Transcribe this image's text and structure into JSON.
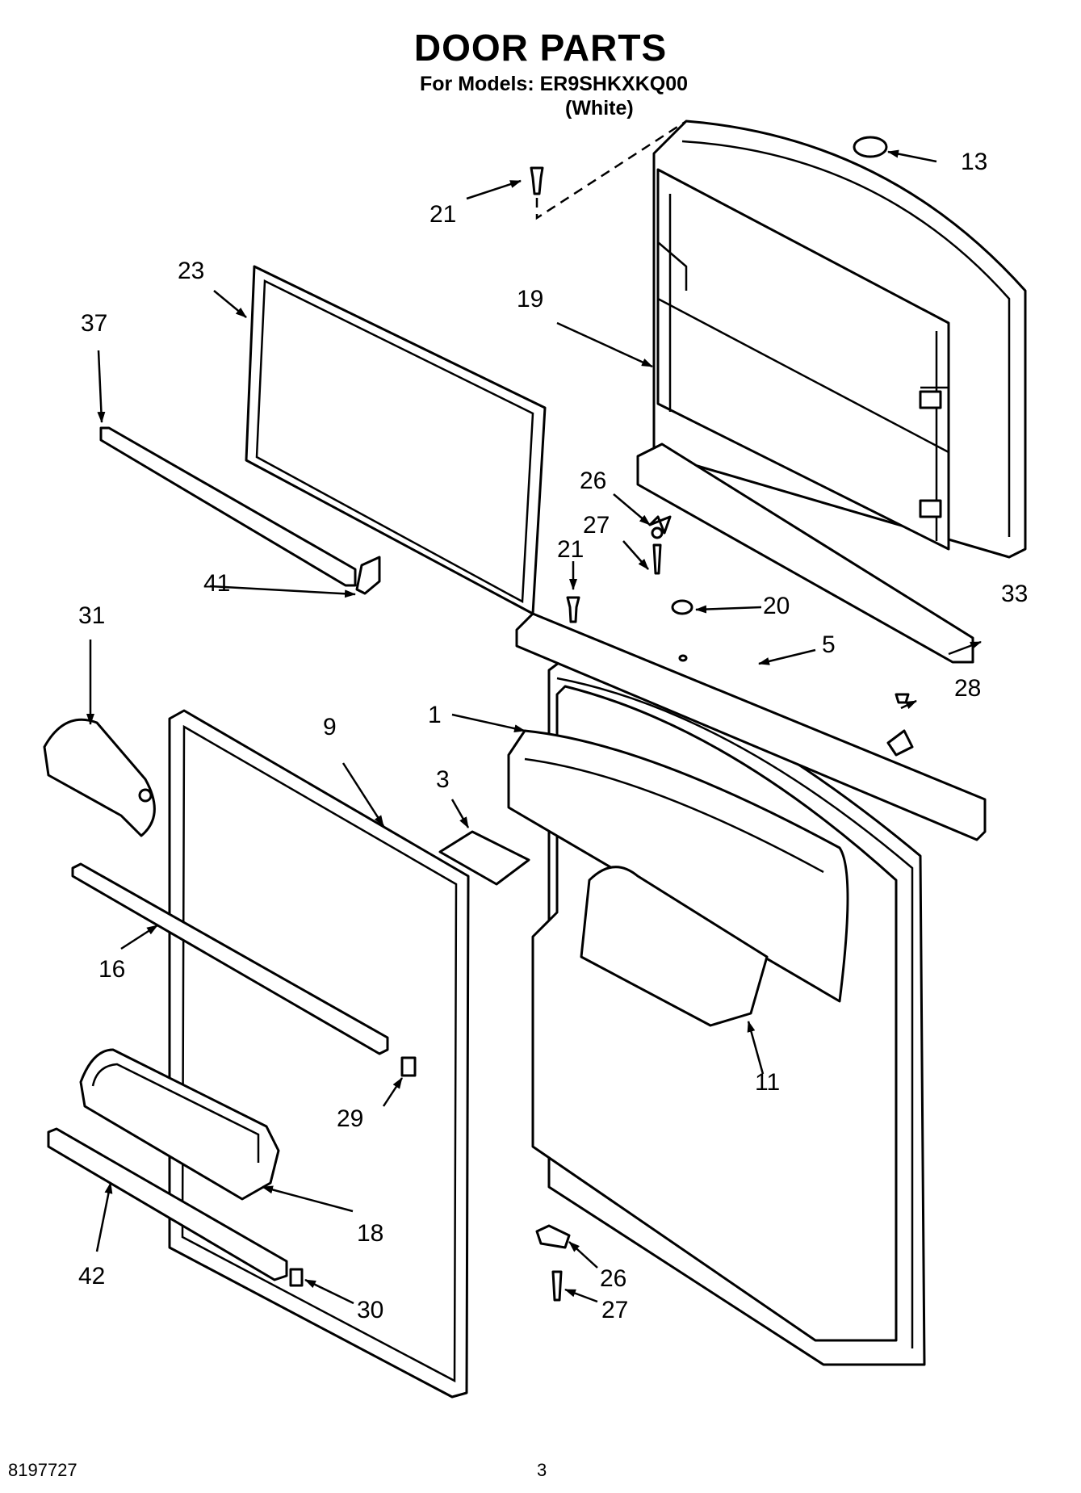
{
  "header": {
    "title": "DOOR PARTS",
    "models": "For Models: ER9SHKXKQ00",
    "color": "(White)"
  },
  "footer": {
    "doc_number": "8197727",
    "page_number": "3"
  },
  "callouts": {
    "p1": "1",
    "p3": "3",
    "p5": "5",
    "p9": "9",
    "p11": "11",
    "p13": "13",
    "p16": "16",
    "p18": "18",
    "p19": "19",
    "p20": "20",
    "p21a": "21",
    "p21b": "21",
    "p23": "23",
    "p26a": "26",
    "p26b": "26",
    "p27a": "27",
    "p27b": "27",
    "p28": "28",
    "p29": "29",
    "p30": "30",
    "p31": "31",
    "p33": "33",
    "p37": "37",
    "p41": "41",
    "p42": "42"
  }
}
